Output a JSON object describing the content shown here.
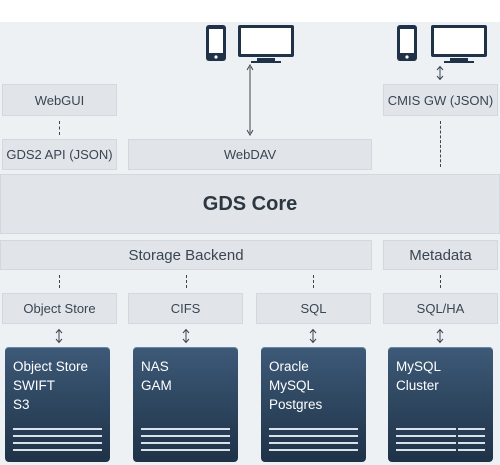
{
  "top_layer": {
    "webgui": "WebGUI",
    "gds2_api": "GDS2 API (JSON)",
    "webdav": "WebDAV",
    "cmis_gw": "CMIS GW (JSON)"
  },
  "core": {
    "label": "GDS Core"
  },
  "backend": {
    "storage": "Storage Backend",
    "metadata": "Metadata"
  },
  "adapters": {
    "object_store": "Object Store",
    "cifs": "CIFS",
    "sql": "SQL",
    "sql_ha": "SQL/HA"
  },
  "storage_systems": {
    "object": [
      "Object Store",
      "SWIFT",
      "S3"
    ],
    "nas": [
      "NAS",
      "GAM"
    ],
    "db": [
      "Oracle",
      "MySQL",
      "Postgres"
    ],
    "mysql_cluster": [
      "MySQL",
      "Cluster"
    ]
  },
  "colors": {
    "box": "#e1e5ea",
    "background": "#eef1f4",
    "storage_gradient_top": "#3d5a78",
    "storage_gradient_bottom": "#1f3247",
    "device": "#1f3247"
  },
  "icons": {
    "client_a": [
      "phone-icon",
      "monitor-icon"
    ],
    "client_b": [
      "phone-icon",
      "monitor-icon"
    ]
  }
}
